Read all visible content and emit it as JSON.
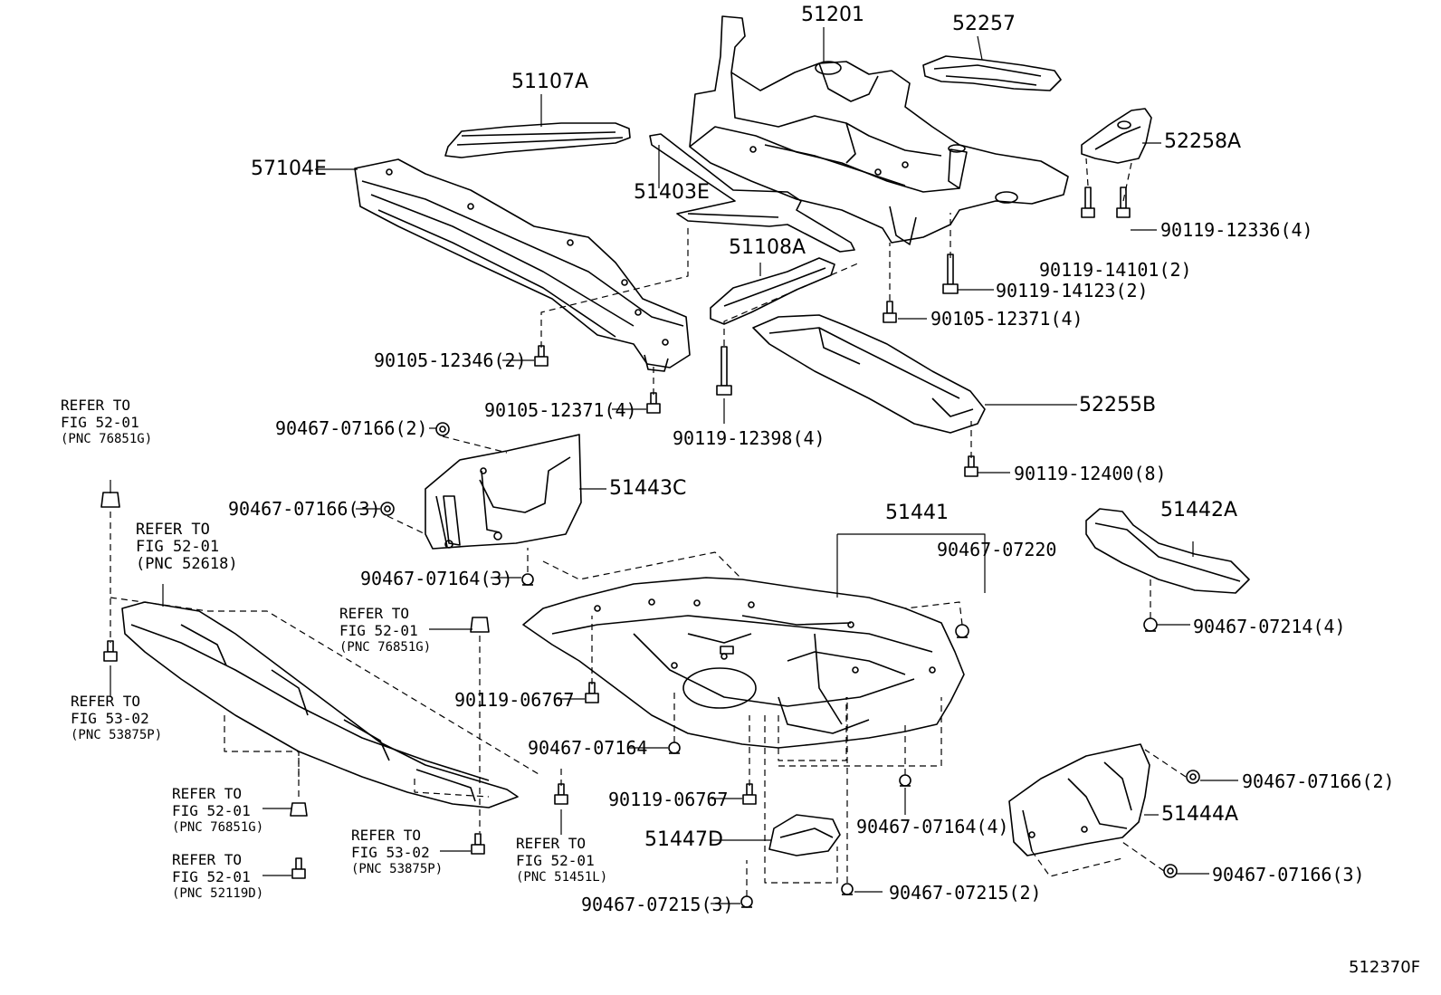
{
  "parts": {
    "p51201": "51201",
    "p52257": "52257",
    "p51107A": "51107A",
    "p52258A": "52258A",
    "p57104E": "57104E",
    "p51403E": "51403E",
    "p51108A": "51108A",
    "p52255B": "52255B",
    "p51443C": "51443C",
    "p51441": "51441",
    "p51442A": "51442A",
    "p51444A": "51444A",
    "p51447D": "51447D"
  },
  "fasteners": {
    "f1": "90119-12336(4)",
    "f2": "90119-14101(2)",
    "f3": "90119-14123(2)",
    "f4": "90105-12371(4)",
    "f5": "90105-12346(2)",
    "f6": "90105-12371(4)",
    "f7": "90119-12398(4)",
    "f8": "90119-12400(8)",
    "f9": "90467-07166(2)",
    "f10": "90467-07166(3)",
    "f11": "90467-07164(3)",
    "f12": "90467-07220",
    "f13": "90467-07214(4)",
    "f14": "90119-06767",
    "f15": "90467-07164",
    "f16": "90119-06767",
    "f17": "90467-07164(4)",
    "f18": "90467-07166(2)",
    "f19": "90467-07166(3)",
    "f20": "90467-07215(3)",
    "f21": "90467-07215(2)"
  },
  "refs": {
    "r1": {
      "a": "REFER TO",
      "b": "FIG 52-01",
      "c": "(PNC 76851G)"
    },
    "r2": {
      "a": "REFER TO",
      "b": "FIG 52-01",
      "c": "(PNC 52618)"
    },
    "r3": {
      "a": "REFER TO",
      "b": "FIG 52-01",
      "c": "(PNC 76851G)"
    },
    "r4": {
      "a": "REFER TO",
      "b": "FIG 53-02",
      "c": "(PNC 53875P)"
    },
    "r5": {
      "a": "REFER TO",
      "b": "FIG 52-01",
      "c": "(PNC 76851G)"
    },
    "r6": {
      "a": "REFER TO",
      "b": "FIG 52-01",
      "c": "(PNC 52119D)"
    },
    "r7": {
      "a": "REFER TO",
      "b": "FIG 53-02",
      "c": "(PNC 53875P)"
    },
    "r8": {
      "a": "REFER TO",
      "b": "FIG 52-01",
      "c": "(PNC 51451L)"
    }
  },
  "figure_id": "512370F"
}
